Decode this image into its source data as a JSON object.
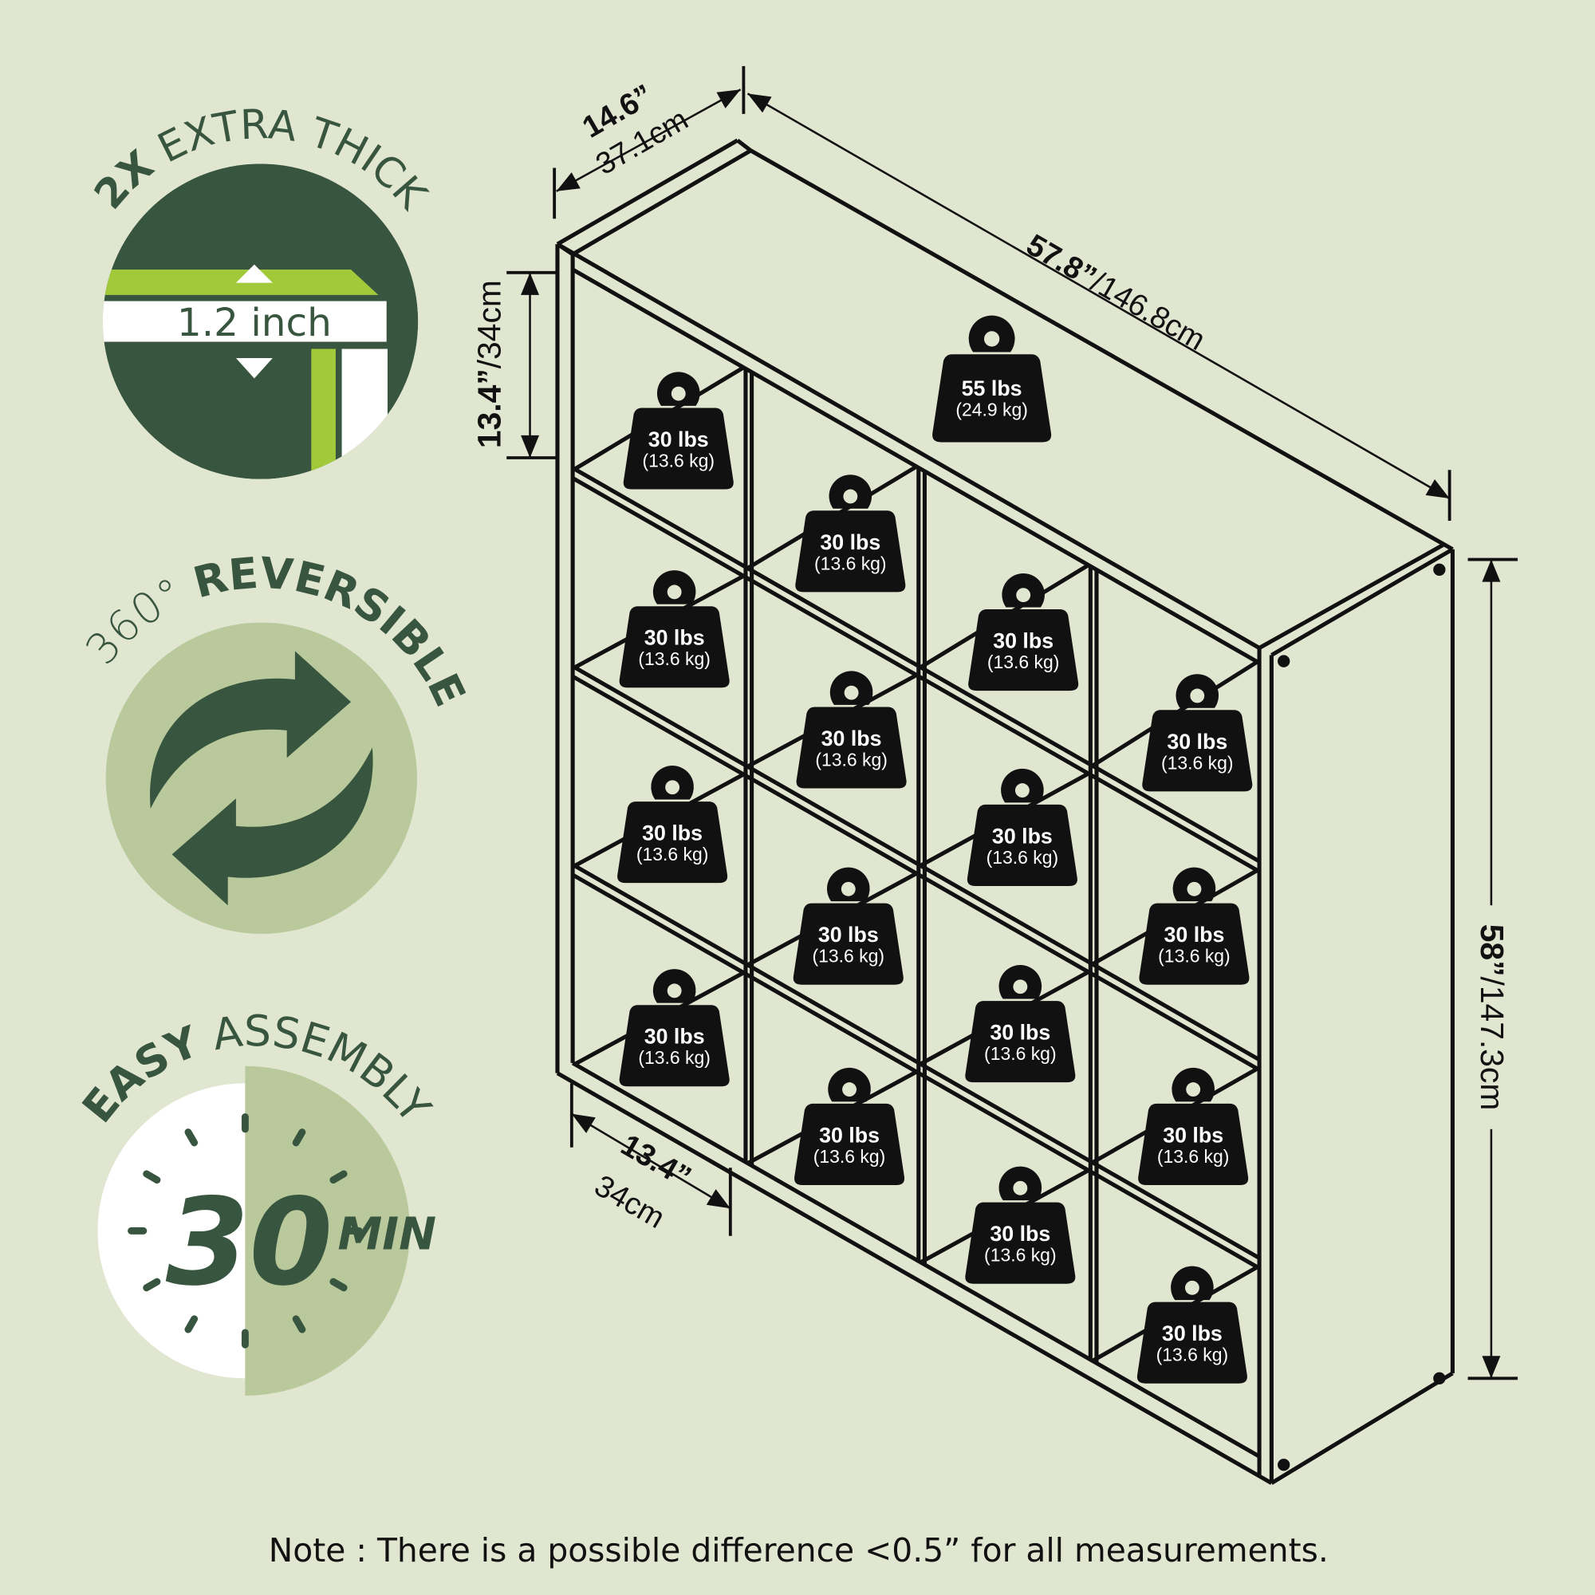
{
  "colors": {
    "background": "#e0e6d0",
    "dark_green": "#38553f",
    "light_green": "#b9c99c",
    "lime": "#a1c93a",
    "line": "#111111"
  },
  "badges": {
    "thick": {
      "title_bold": "2X",
      "title_rest": " EXTRA THICK",
      "value": "1.2 inch",
      "icon": "board-thickness-icon"
    },
    "reversible": {
      "title_light": "360° ",
      "title_bold": "REVERSIBLE",
      "icon": "reverse-arrows-icon"
    },
    "assembly": {
      "title_bold": "EASY",
      "title_rest": " ASSEMBLY",
      "number": "30",
      "unit": "MIN",
      "icon": "timer-icon"
    }
  },
  "dimensions": {
    "width": {
      "in": "57.8”",
      "cm": "/146.8cm"
    },
    "depth": {
      "in": "14.6”",
      "cm": "37.1cm"
    },
    "cube_height": {
      "in": "13.4”",
      "cm": "/34cm"
    },
    "height": {
      "in": "58”",
      "cm": "/147.3cm"
    },
    "cube_width": {
      "in": "13.4”",
      "cm": "34cm"
    }
  },
  "weights": {
    "top": {
      "lbs": "55 lbs",
      "kg": "(24.9 kg)"
    },
    "cube": {
      "lbs": "30 lbs",
      "kg": "(13.6 kg)"
    },
    "cube_count": 16
  },
  "note": "Note : There is a possible difference <0.5” for all measurements."
}
